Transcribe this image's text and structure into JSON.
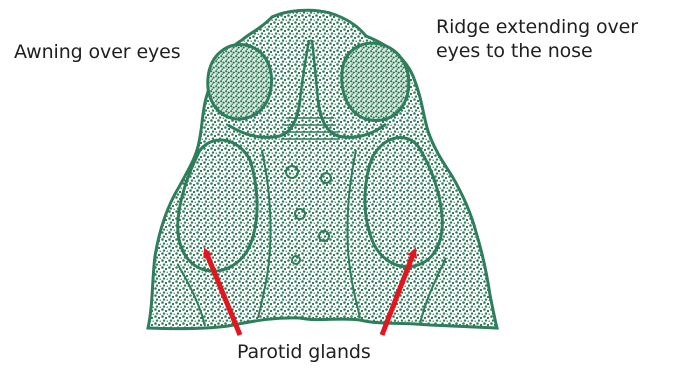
{
  "labels": {
    "awning": "Awning over eyes",
    "ridge_line1": "Ridge extending over",
    "ridge_line2": "eyes to the nose",
    "parotid": "Parotid glands"
  },
  "colors": {
    "illustration_green": "#2e7d5b",
    "speckle_dark": "#1f6b49",
    "arrow_red": "#e3151f",
    "text": "#1f1f1f"
  }
}
